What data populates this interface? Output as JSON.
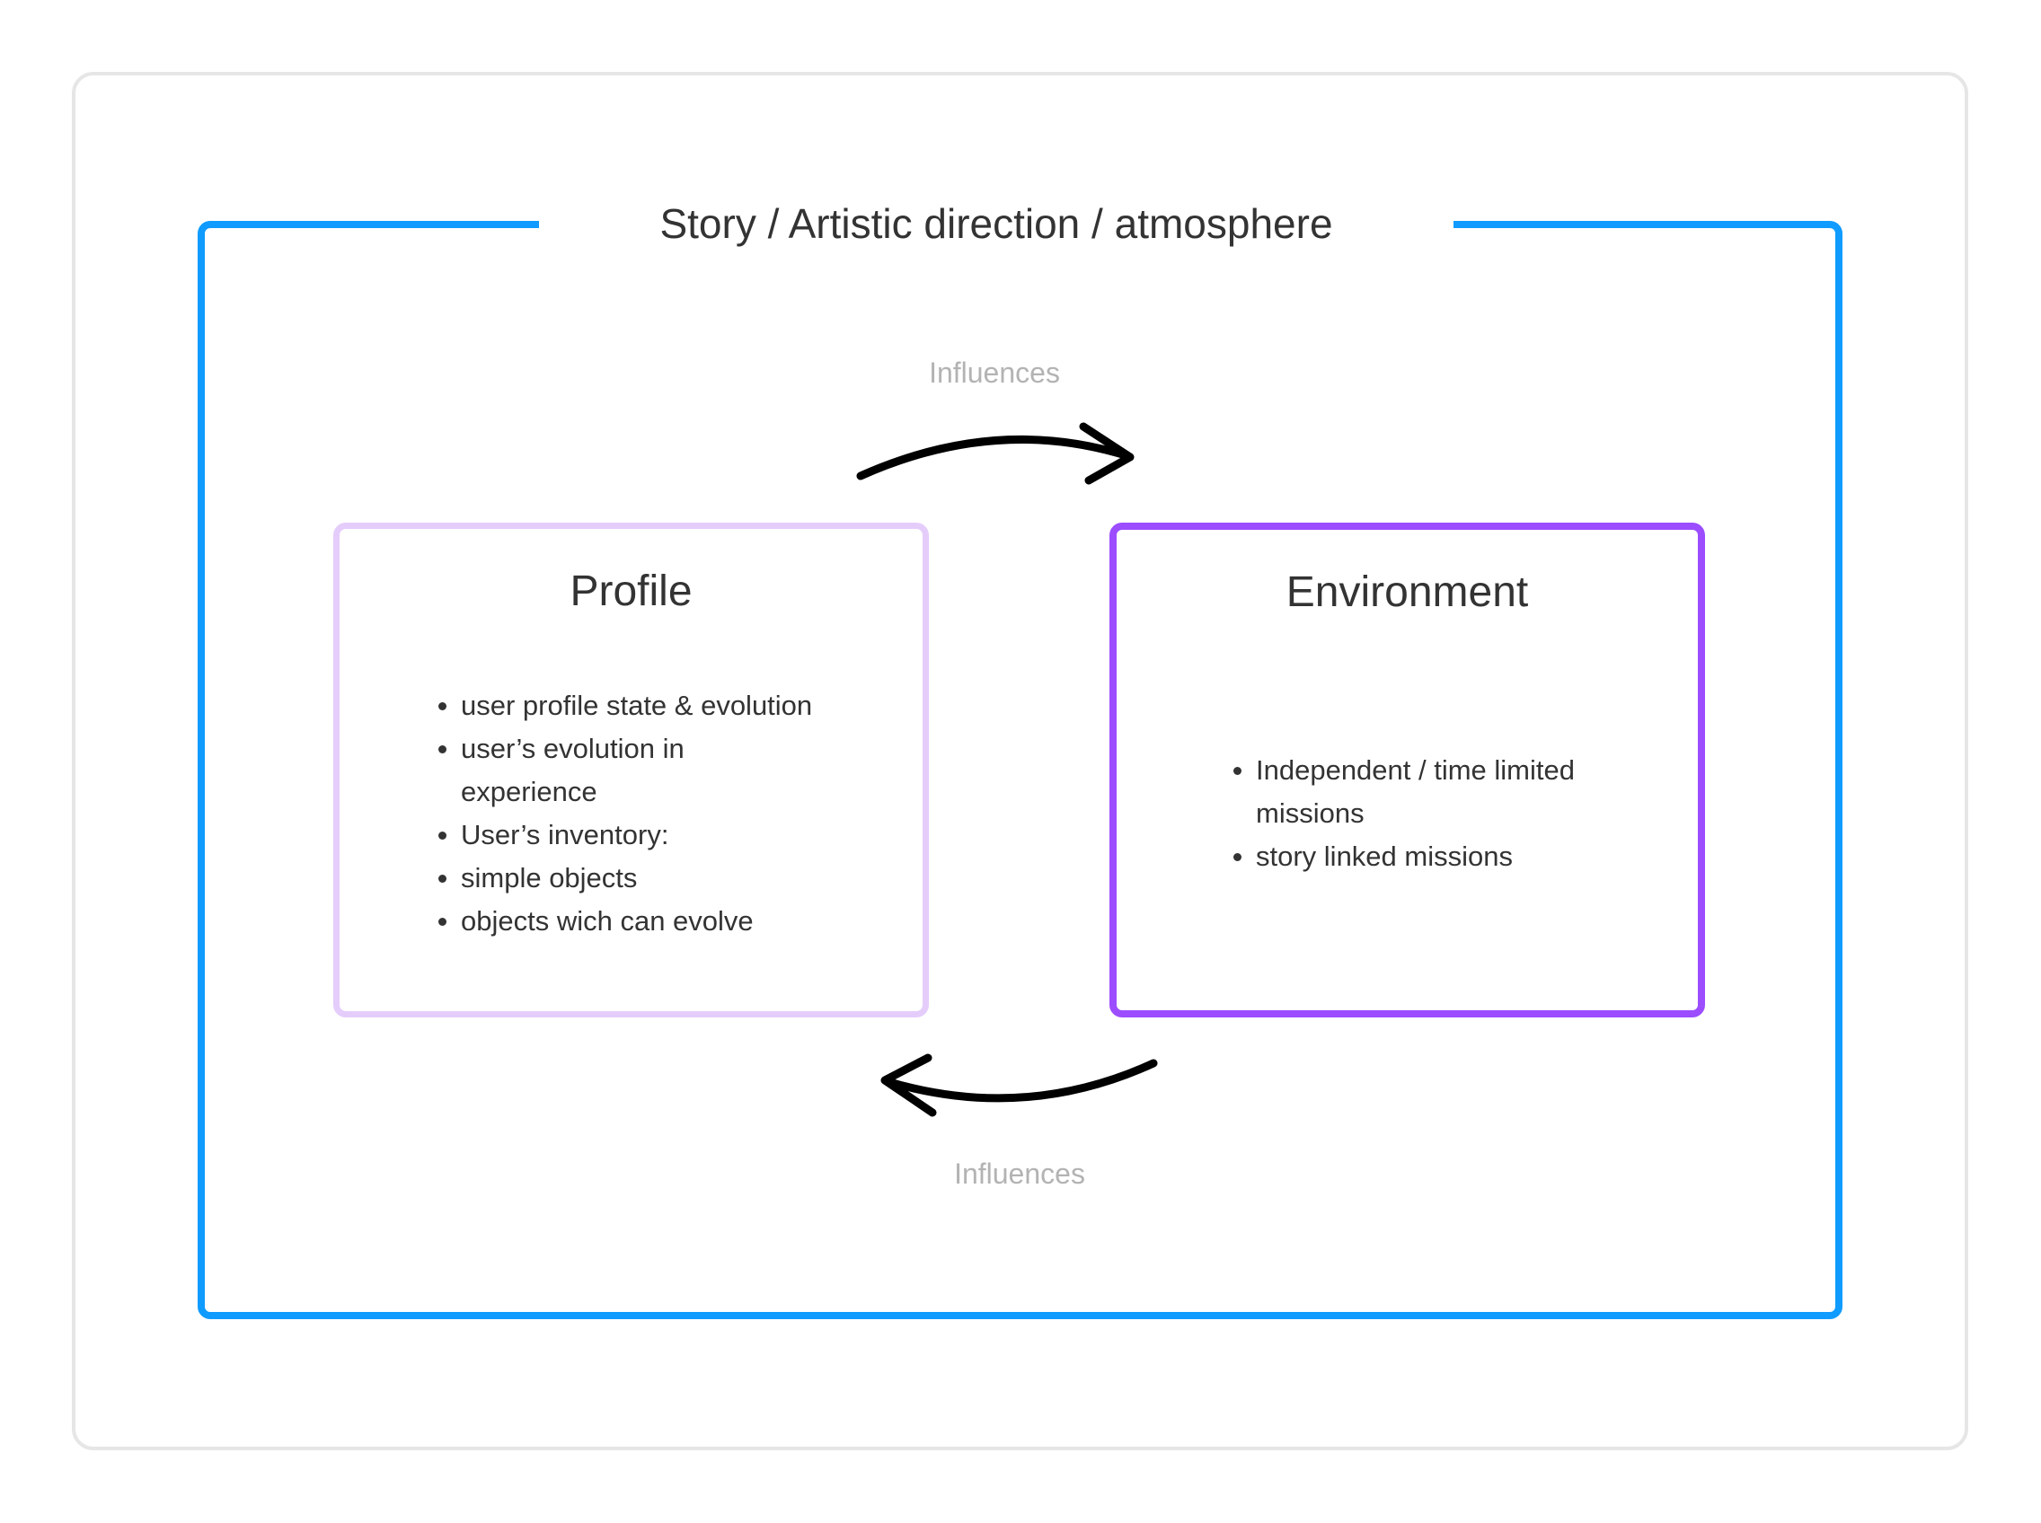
{
  "diagram": {
    "frame_title": "Story / Artistic direction / atmosphere",
    "colors": {
      "frame": "#0f9bff",
      "profile_border": "#e5cdfb",
      "environment_border": "#9b4dff",
      "card_border": "#e6e6e6",
      "text": "#333333",
      "label": "#b3b3b3",
      "arrow": "#000000"
    },
    "profile": {
      "title": "Profile",
      "items": [
        {
          "lines": [
            "user profile state & evolution"
          ]
        },
        {
          "lines": [
            "user’s evolution in",
            "experience"
          ]
        },
        {
          "lines": [
            "User’s inventory:"
          ]
        },
        {
          "lines": [
            "simple objects"
          ]
        },
        {
          "lines": [
            "objects wich can evolve"
          ]
        }
      ]
    },
    "environment": {
      "title": "Environment",
      "items": [
        {
          "lines": [
            "Independent / time limited",
            "missions"
          ]
        },
        {
          "lines": [
            "story linked missions"
          ]
        }
      ]
    },
    "arrows": [
      {
        "from": "profile",
        "to": "environment",
        "label": "Influences",
        "icon": "curved-arrow-right-icon"
      },
      {
        "from": "environment",
        "to": "profile",
        "label": "Influences",
        "icon": "curved-arrow-left-icon"
      }
    ]
  }
}
